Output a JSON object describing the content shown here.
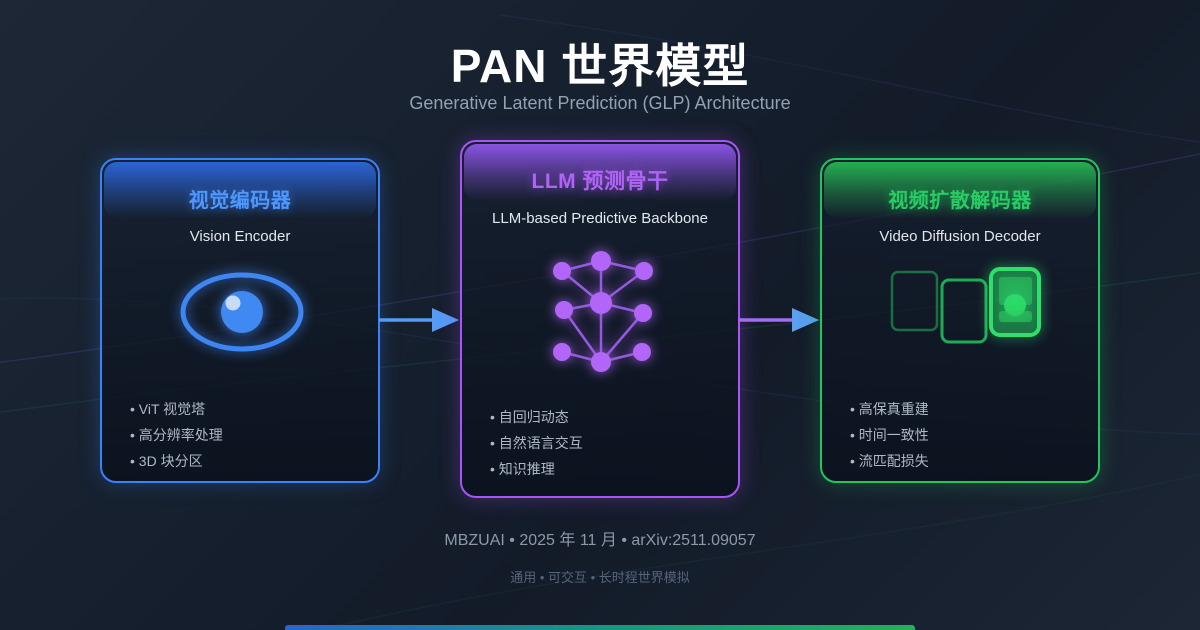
{
  "header": {
    "title": "PAN 世界模型",
    "subtitle": "Generative Latent Prediction (GLP) Architecture"
  },
  "cards": [
    {
      "title_zh": "视觉编码器",
      "title_en": "Vision Encoder",
      "accent_color": "#3b82f6",
      "icon": "eye-icon",
      "bullets": [
        "ViT 视觉塔",
        "高分辨率处理",
        "3D 块分区"
      ]
    },
    {
      "title_zh": "LLM 预测骨干",
      "title_en": "LLM-based Predictive Backbone",
      "accent_color": "#a855f7",
      "icon": "network-graph-icon",
      "bullets": [
        "自回归动态",
        "自然语言交互",
        "知识推理"
      ]
    },
    {
      "title_zh": "视频扩散解码器",
      "title_en": "Video Diffusion Decoder",
      "accent_color": "#22c55e",
      "icon": "video-frames-icon",
      "bullets": [
        "高保真重建",
        "时间一致性",
        "流匹配损失"
      ]
    }
  ],
  "arrows": {
    "arrow1_color": "#559af5",
    "arrow2_color": "#a26cf3"
  },
  "footer": {
    "meta": "MBZUAI • 2025 年 11 月 • arXiv:2511.09057",
    "tagline": "通用 • 可交互 • 长时程世界模拟"
  }
}
